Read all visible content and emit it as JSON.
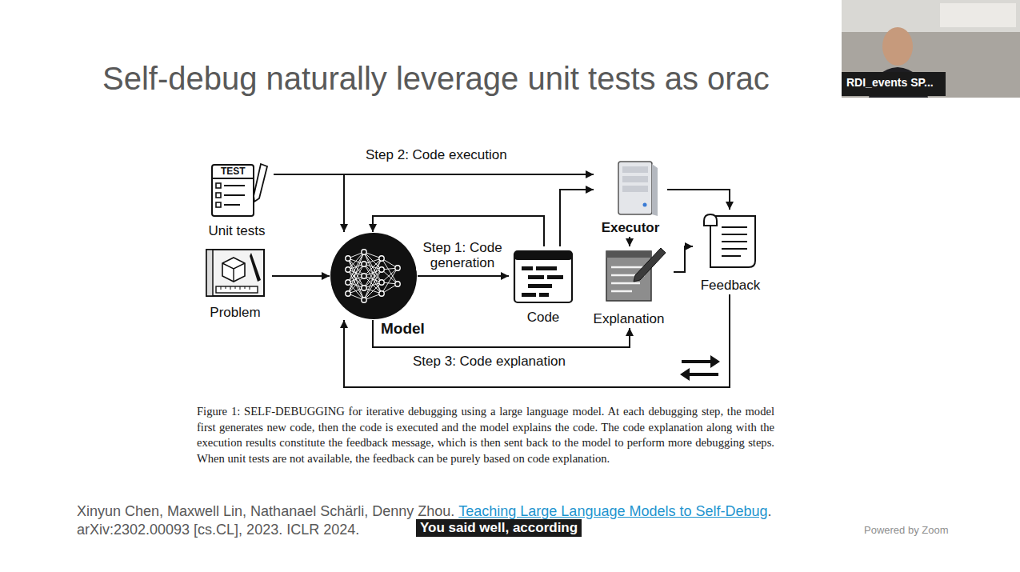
{
  "diagram": {
    "title": "Self-debug naturally leverage unit tests as orac",
    "caption": "Figure 1: SELF-DEBUGGING for iterative debugging using a large language model. At each debugging step, the model first generates new code, then the code is executed and the model explains the code. The code explanation along with the execution results constitute the feedback message, which is then sent back to the model to perform more debugging steps. When unit tests are not available, the feedback can be purely based on code explanation.",
    "nodes": [
      {
        "text": [
          "Unit tests"
        ]
      },
      {
        "text": [
          "Problem"
        ]
      },
      {
        "text": [
          "Model"
        ]
      },
      {
        "text": [
          "Code"
        ]
      },
      {
        "text": [
          "Executor"
        ]
      },
      {
        "text": [
          "Explanation"
        ]
      },
      {
        "text": [
          "Feedback"
        ]
      }
    ],
    "edges": [
      {
        "from": 0,
        "to": 4,
        "label": "Step 2: Code execution",
        "arrow": "to"
      },
      {
        "from": 0,
        "to": 2,
        "arrow": "to"
      },
      {
        "from": 1,
        "to": 2,
        "arrow": "to"
      },
      {
        "from": 2,
        "to": 3,
        "label": "Step 1: Code generation",
        "arrow": "to"
      },
      {
        "from": 3,
        "to": 2,
        "arrow": "to"
      },
      {
        "from": 3,
        "to": 4,
        "arrow": "to"
      },
      {
        "from": 4,
        "to": 6,
        "arrow": "to"
      },
      {
        "from": 4,
        "to": 5,
        "arrow": "to"
      },
      {
        "from": 5,
        "to": 6,
        "arrow": "to"
      },
      {
        "from": 2,
        "to": 5,
        "label": "Step 3: Code explanation",
        "arrow": "to"
      },
      {
        "from": 6,
        "to": 2,
        "arrow": "to"
      }
    ],
    "labels": [
      "TEST",
      "Xinyun Chen, Maxwell Lin, Nathanael Schärli, Denny Zhou.",
      "Teaching Large Language Models to Self-Debug",
      ".",
      "arXiv:2302.00093 [cs.CL], 2023. ICLR 2024.",
      "You said well, according",
      "RDI_events SP...",
      "Powered by Zoom"
    ]
  }
}
